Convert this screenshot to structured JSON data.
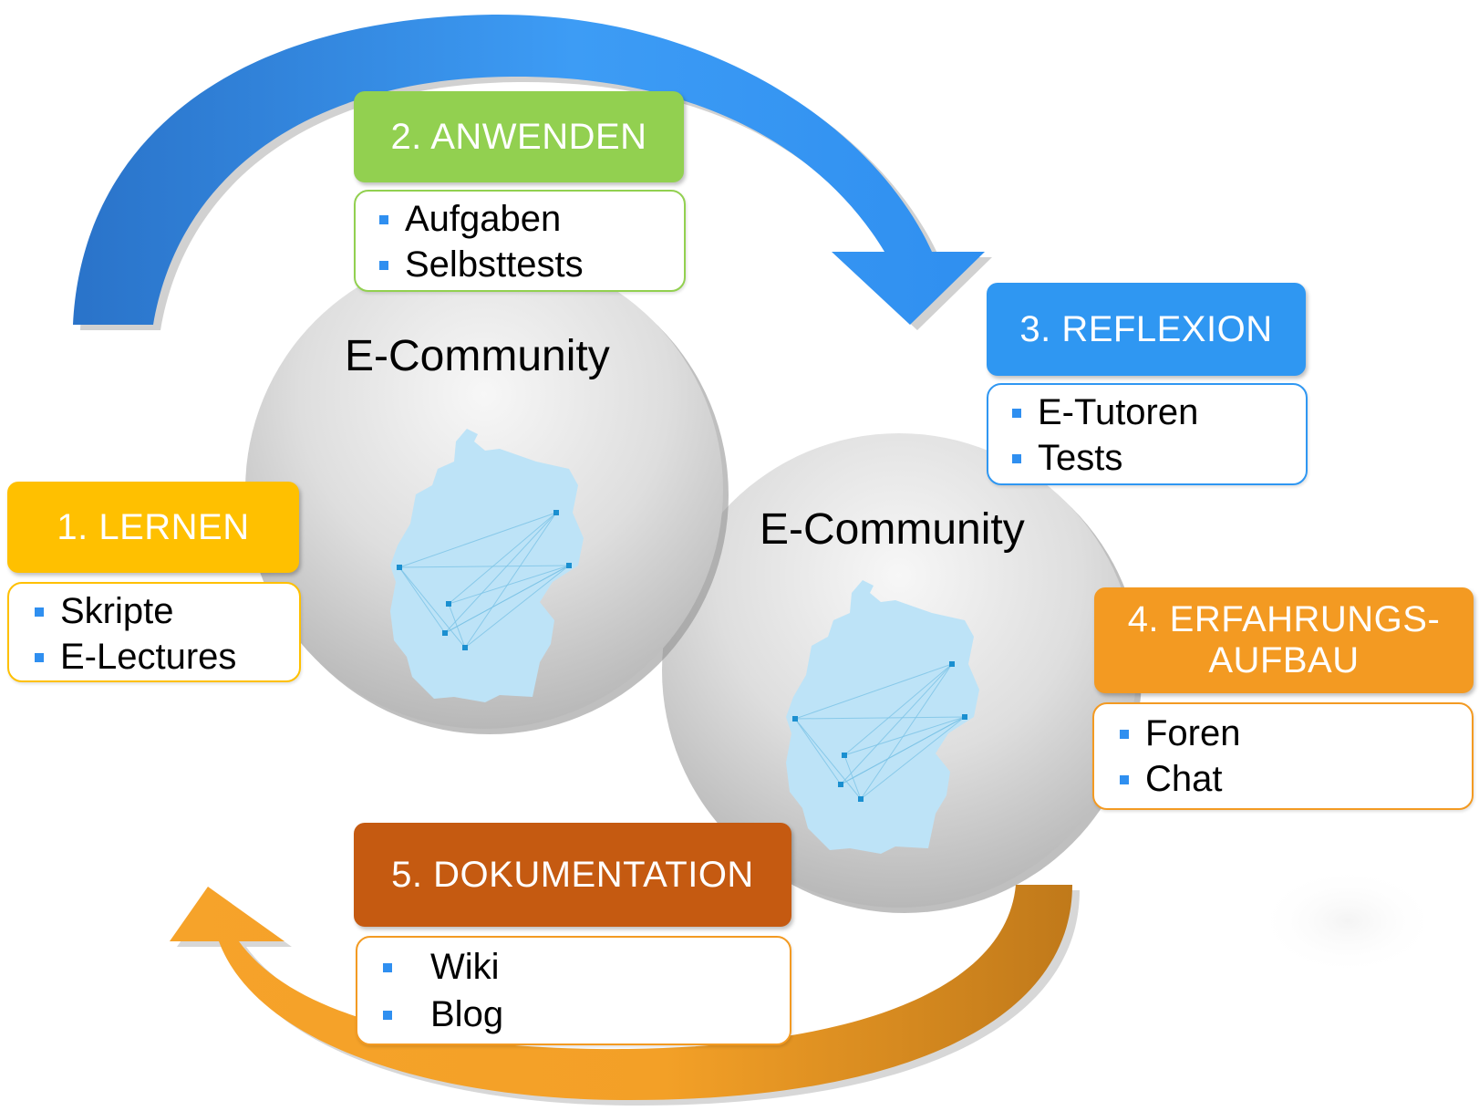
{
  "colors": {
    "learn": "#ffc000",
    "apply": "#92d050",
    "reflect": "#2f97f2",
    "experience": "#f39a22",
    "documentation": "#c55a11",
    "bullet": "#2f8ff0",
    "map": "#bde3f7",
    "arrow_blue": "#2f8ff0",
    "arrow_orange": "#f39a22"
  },
  "communities": [
    {
      "label": "E-Community"
    },
    {
      "label": "E-Community"
    }
  ],
  "steps": {
    "learn": {
      "title": "1. LERNEN",
      "items": [
        "Skripte",
        "E-Lectures"
      ]
    },
    "apply": {
      "title": "2. ANWENDEN",
      "items": [
        "Aufgaben",
        "Selbsttests"
      ]
    },
    "reflect": {
      "title": "3. REFLEXION",
      "items": [
        "E-Tutoren",
        "Tests"
      ]
    },
    "experience": {
      "title_line1": "4. ERFAHRUNGS-",
      "title_line2": "AUFBAU",
      "items": [
        "Foren",
        "Chat"
      ]
    },
    "documentation": {
      "title": "5. DOKUMENTATION",
      "items": [
        "Wiki",
        "Blog"
      ]
    }
  },
  "icons": {
    "cycle_arrow_top": "curved-arrow-right-icon",
    "cycle_arrow_bottom": "curved-arrow-left-icon",
    "community_map": "germany-network-map-icon"
  }
}
